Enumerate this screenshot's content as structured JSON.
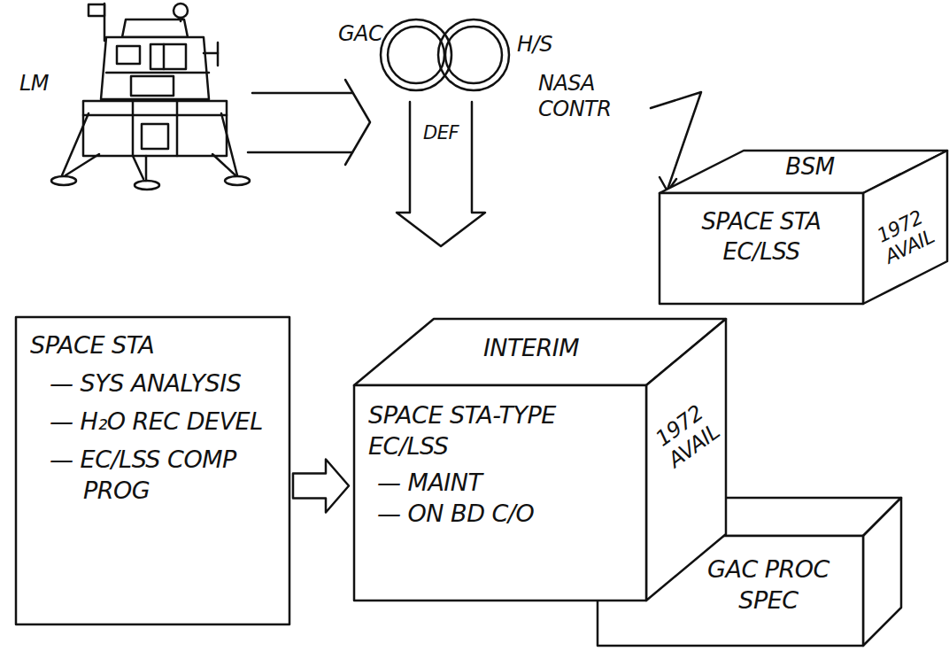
{
  "diagram": {
    "nodes": [
      {
        "text": [
          "BSM",
          "SPACE STA EC/LSS",
          "1972 AVAIL"
        ]
      },
      {
        "text": [
          "SPACE STA",
          "— SYS ANALYSIS",
          "— H₂O REC DEVEL",
          "— EC/LSS COMP PROG"
        ]
      },
      {
        "text": [
          "INTERIM",
          "SPACE STA-TYPE EC/LSS",
          "— MAINT",
          "— ON BD C/O",
          "1972 AVAIL"
        ]
      },
      {
        "text": [
          "GAC PROC SPEC"
        ]
      }
    ],
    "edges": [
      {
        "from": 1,
        "to": 2,
        "arrow": "to"
      }
    ],
    "labels": [
      "LM",
      "GAC",
      "H/S",
      "DEF",
      "NASA CONTR"
    ]
  }
}
